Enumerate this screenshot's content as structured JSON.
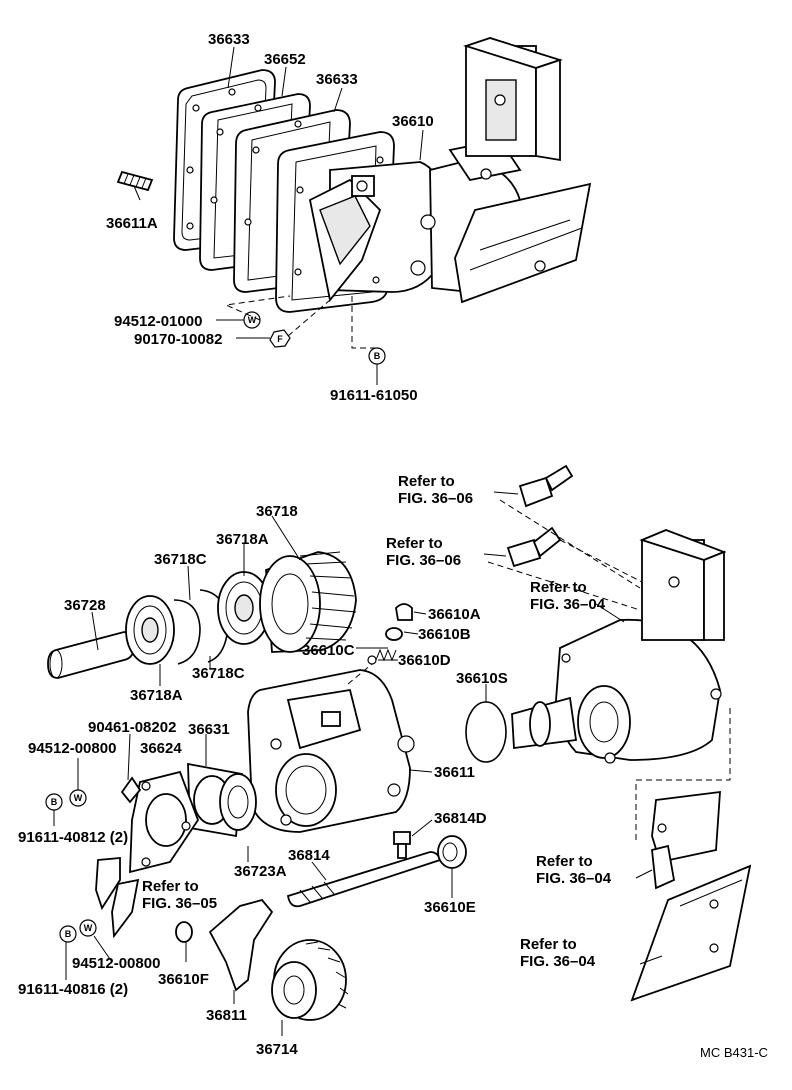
{
  "top": {
    "parts": {
      "p36633a": "36633",
      "p36652": "36652",
      "p36633b": "36633",
      "p36610": "36610",
      "p36611A": "36611A",
      "p94512_01000": "94512-01000",
      "p90170_10082": "90170-10082",
      "p91611_61050": "91611-61050"
    },
    "badges": {
      "w1": "W",
      "b1": "B",
      "f1": "F"
    }
  },
  "bottom": {
    "refs": {
      "r1a": "Refer to",
      "r1b": "FIG. 36–06",
      "r2a": "Refer to",
      "r2b": "FIG. 36–06",
      "r3a": "Refer to",
      "r3b": "FIG. 36–04",
      "r4a": "Refer to",
      "r4b": "FIG. 36–05",
      "r5a": "Refer to",
      "r5b": "FIG. 36–04",
      "r6a": "Refer to",
      "r6b": "FIG. 36–04"
    },
    "parts": {
      "p36718": "36718",
      "p36718A_top": "36718A",
      "p36718C_top": "36718C",
      "p36728": "36728",
      "p36718C_bot": "36718C",
      "p36718A_bot": "36718A",
      "p36610A": "36610A",
      "p36610B": "36610B",
      "p36610C": "36610C",
      "p36610D": "36610D",
      "p36610S": "36610S",
      "p90461": "90461-08202",
      "p36631": "36631",
      "p94512_00800a": "94512-00800",
      "p36624": "36624",
      "p36611": "36611",
      "p91611_40812": "91611-40812 (2)",
      "p36814D": "36814D",
      "p36723A": "36723A",
      "p36814": "36814",
      "p36610E": "36610E",
      "p94512_00800b": "94512-00800",
      "p36610F": "36610F",
      "p91611_40816": "91611-40816 (2)",
      "p36811": "36811",
      "p36714": "36714"
    },
    "badges": {
      "b2": "B",
      "w2": "W",
      "b3": "B",
      "w3": "W"
    }
  },
  "footer": {
    "code": "MC B431-C"
  }
}
